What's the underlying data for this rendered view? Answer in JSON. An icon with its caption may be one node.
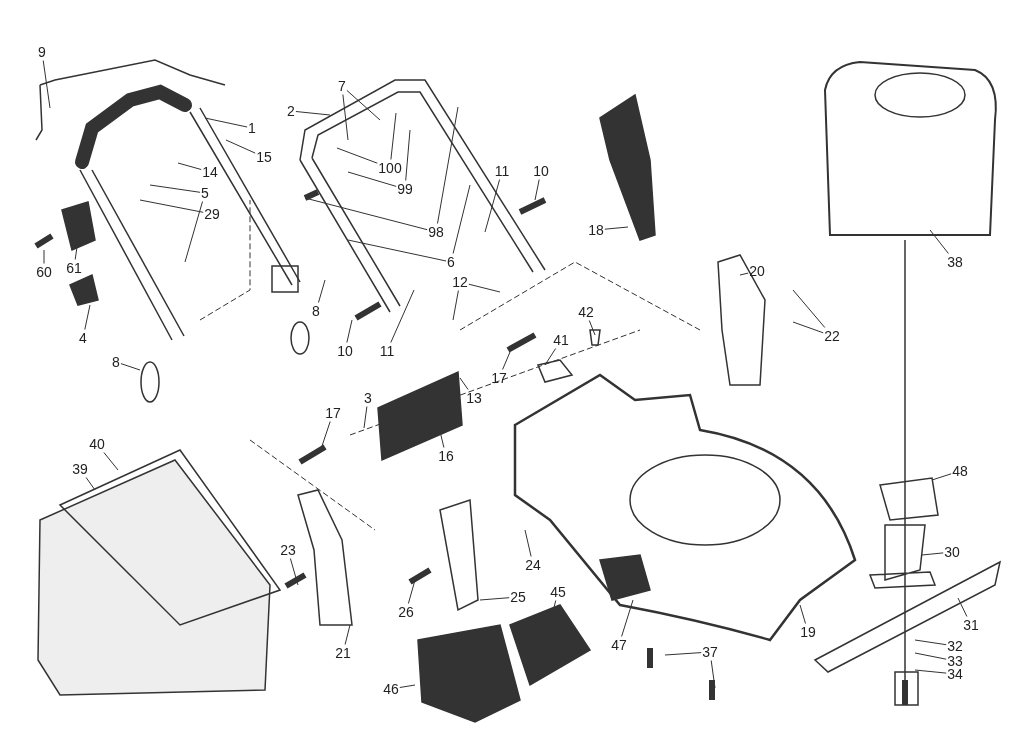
{
  "diagram": {
    "nodes": [
      {
        "text": [
          "9"
        ]
      },
      {
        "text": [
          "1"
        ]
      },
      {
        "text": [
          "15"
        ]
      },
      {
        "text": [
          "14"
        ]
      },
      {
        "text": [
          "5"
        ]
      },
      {
        "text": [
          "29"
        ]
      },
      {
        "text": [
          "60"
        ]
      },
      {
        "text": [
          "61"
        ]
      },
      {
        "text": [
          "4"
        ]
      },
      {
        "text": [
          "8"
        ]
      },
      {
        "text": [
          "2"
        ]
      },
      {
        "text": [
          "7"
        ]
      },
      {
        "text": [
          "100"
        ]
      },
      {
        "text": [
          "99"
        ]
      },
      {
        "text": [
          "98"
        ]
      },
      {
        "text": [
          "6"
        ]
      },
      {
        "text": [
          "11"
        ]
      },
      {
        "text": [
          "10"
        ]
      },
      {
        "text": [
          "18"
        ]
      },
      {
        "text": [
          "8"
        ]
      },
      {
        "text": [
          "10"
        ]
      },
      {
        "text": [
          "11"
        ]
      },
      {
        "text": [
          "12"
        ]
      },
      {
        "text": [
          "17"
        ]
      },
      {
        "text": [
          "13"
        ]
      },
      {
        "text": [
          "41"
        ]
      },
      {
        "text": [
          "42"
        ]
      },
      {
        "text": [
          "3"
        ]
      },
      {
        "text": [
          "17"
        ]
      },
      {
        "text": [
          "16"
        ]
      },
      {
        "text": [
          "20"
        ]
      },
      {
        "text": [
          "22"
        ]
      },
      {
        "text": [
          "38"
        ]
      },
      {
        "text": [
          "40"
        ]
      },
      {
        "text": [
          "39"
        ]
      },
      {
        "text": [
          "48"
        ]
      },
      {
        "text": [
          "23"
        ]
      },
      {
        "text": [
          "30"
        ]
      },
      {
        "text": [
          "26"
        ]
      },
      {
        "text": [
          "25"
        ]
      },
      {
        "text": [
          "24"
        ]
      },
      {
        "text": [
          "45"
        ]
      },
      {
        "text": [
          "21"
        ]
      },
      {
        "text": [
          "31"
        ]
      },
      {
        "text": [
          "19"
        ]
      },
      {
        "text": [
          "32"
        ]
      },
      {
        "text": [
          "47"
        ]
      },
      {
        "text": [
          "33"
        ]
      },
      {
        "text": [
          "37"
        ]
      },
      {
        "text": [
          "34"
        ]
      },
      {
        "text": [
          "46"
        ]
      }
    ],
    "edges": [
      {
        "from": 0,
        "to": null,
        "arrow": "none"
      },
      {
        "from": 1,
        "to": null,
        "arrow": "none"
      },
      {
        "from": 2,
        "to": null,
        "arrow": "none"
      },
      {
        "from": 3,
        "to": null,
        "arrow": "none"
      },
      {
        "from": 4,
        "to": null,
        "arrow": "none"
      },
      {
        "from": 4,
        "to": null,
        "arrow": "none"
      },
      {
        "from": 5,
        "to": null,
        "arrow": "none"
      },
      {
        "from": 6,
        "to": null,
        "arrow": "none"
      },
      {
        "from": 7,
        "to": null,
        "arrow": "none"
      },
      {
        "from": 8,
        "to": null,
        "arrow": "none"
      },
      {
        "from": 9,
        "to": null,
        "arrow": "none"
      },
      {
        "from": 10,
        "to": null,
        "arrow": "none"
      },
      {
        "from": 11,
        "to": null,
        "arrow": "none"
      },
      {
        "from": 11,
        "to": null,
        "arrow": "none"
      },
      {
        "from": 12,
        "to": null,
        "arrow": "none"
      },
      {
        "from": 12,
        "to": null,
        "arrow": "none"
      },
      {
        "from": 13,
        "to": null,
        "arrow": "none"
      },
      {
        "from": 13,
        "to": null,
        "arrow": "none"
      },
      {
        "from": 14,
        "to": null,
        "arrow": "none"
      },
      {
        "from": 14,
        "to": null,
        "arrow": "none"
      },
      {
        "from": 15,
        "to": null,
        "arrow": "none"
      },
      {
        "from": 15,
        "to": null,
        "arrow": "none"
      },
      {
        "from": 16,
        "to": null,
        "arrow": "none"
      },
      {
        "from": 17,
        "to": null,
        "arrow": "none"
      },
      {
        "from": 18,
        "to": null,
        "arrow": "none"
      },
      {
        "from": 19,
        "to": null,
        "arrow": "none"
      },
      {
        "from": 20,
        "to": null,
        "arrow": "none"
      },
      {
        "from": 21,
        "to": null,
        "arrow": "none"
      },
      {
        "from": 22,
        "to": null,
        "arrow": "none"
      },
      {
        "from": 22,
        "to": null,
        "arrow": "none"
      },
      {
        "from": 23,
        "to": null,
        "arrow": "none"
      },
      {
        "from": 24,
        "to": null,
        "arrow": "none"
      },
      {
        "from": 25,
        "to": null,
        "arrow": "none"
      },
      {
        "from": 26,
        "to": null,
        "arrow": "none"
      },
      {
        "from": 27,
        "to": null,
        "arrow": "none"
      },
      {
        "from": 28,
        "to": null,
        "arrow": "none"
      },
      {
        "from": 29,
        "to": null,
        "arrow": "none"
      },
      {
        "from": 30,
        "to": null,
        "arrow": "none"
      },
      {
        "from": 31,
        "to": null,
        "arrow": "none"
      },
      {
        "from": 31,
        "to": null,
        "arrow": "none"
      },
      {
        "from": 32,
        "to": null,
        "arrow": "none"
      },
      {
        "from": 33,
        "to": null,
        "arrow": "none"
      },
      {
        "from": 34,
        "to": null,
        "arrow": "none"
      },
      {
        "from": 35,
        "to": null,
        "arrow": "none"
      },
      {
        "from": 36,
        "to": null,
        "arrow": "none"
      },
      {
        "from": 37,
        "to": null,
        "arrow": "none"
      },
      {
        "from": 38,
        "to": null,
        "arrow": "none"
      },
      {
        "from": 39,
        "to": null,
        "arrow": "none"
      },
      {
        "from": 40,
        "to": null,
        "arrow": "none"
      },
      {
        "from": 41,
        "to": null,
        "arrow": "none"
      },
      {
        "from": 42,
        "to": null,
        "arrow": "none"
      },
      {
        "from": 43,
        "to": null,
        "arrow": "none"
      },
      {
        "from": 44,
        "to": null,
        "arrow": "none"
      },
      {
        "from": 45,
        "to": null,
        "arrow": "none"
      },
      {
        "from": 46,
        "to": null,
        "arrow": "none"
      },
      {
        "from": 47,
        "to": null,
        "arrow": "none"
      },
      {
        "from": 48,
        "to": null,
        "arrow": "none"
      },
      {
        "from": 48,
        "to": null,
        "arrow": "none"
      },
      {
        "from": 49,
        "to": null,
        "arrow": "none"
      },
      {
        "from": 50,
        "to": null,
        "arrow": "none"
      }
    ]
  }
}
